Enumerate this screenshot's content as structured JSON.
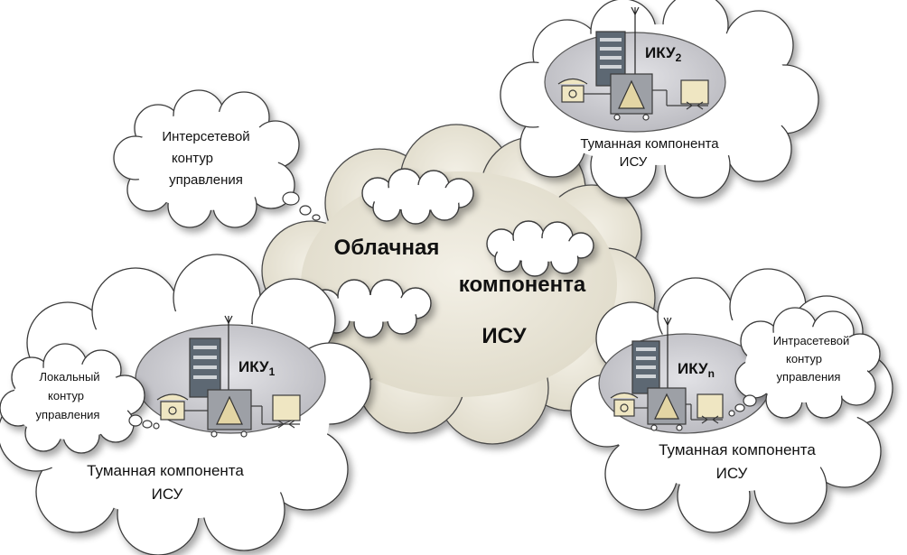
{
  "cloud_component": {
    "lines": [
      "Облачная",
      "компонента",
      "ИСУ"
    ]
  },
  "fog_component_label": [
    "Туманная компонента",
    "ИСУ"
  ],
  "nodes": {
    "top_right": {
      "name": "ИКУ",
      "sub": "2"
    },
    "bottom_left": {
      "name": "ИКУ",
      "sub": "1"
    },
    "bottom_right": {
      "name": "ИКУ",
      "sub": "n"
    }
  },
  "contours": {
    "intersite": [
      "Интерсетевой",
      "контур",
      "управления"
    ],
    "local": [
      "Локальный",
      "контур",
      "управления"
    ],
    "intrasite": [
      "Интрасетевой",
      "контур",
      "управления"
    ]
  },
  "colors": {
    "cloud_fill": "#ece8dc",
    "ellipse_fill": "#c9c9cd",
    "equipment_fill": "#e8deb6",
    "rack_dark": "#55606a",
    "outline": "#3a3a3a"
  }
}
